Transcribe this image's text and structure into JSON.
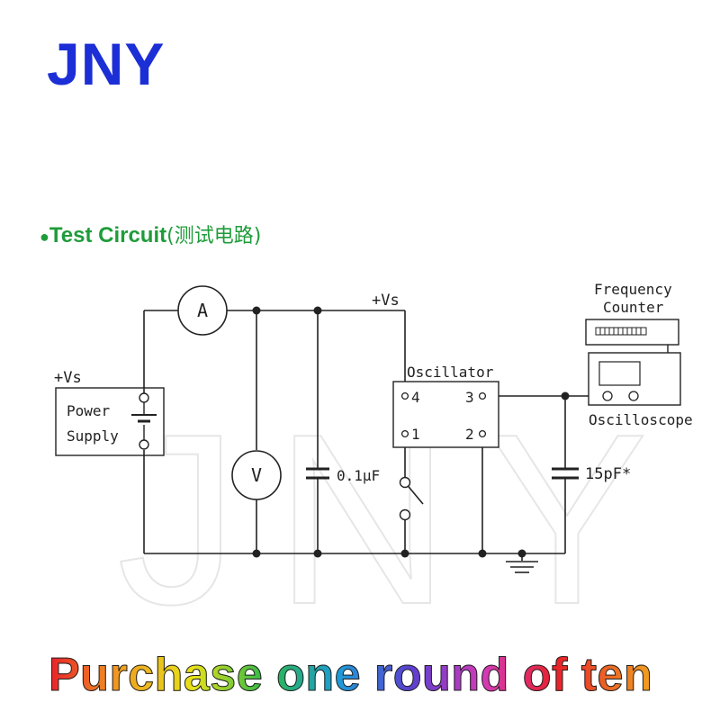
{
  "brand": {
    "logo": "JNY",
    "watermark": "JNY"
  },
  "section": {
    "bullet": "●",
    "title": "Test Circuit",
    "title_cn": "(测试电路)"
  },
  "diagram": {
    "vs_top": "+Vs",
    "vs_left": "+Vs",
    "power_line1": "Power",
    "power_line2": "Supply",
    "ammeter": "A",
    "voltmeter": "V",
    "cap1": "0.1μF",
    "cap2": "15pF*",
    "oscillator": "Oscillator",
    "pin4": "4",
    "pin3": "3",
    "pin1": "1",
    "pin2": "2",
    "freq_line1": "Frequency",
    "freq_line2": "Counter",
    "scope": "Oscilloscope"
  },
  "banner": {
    "text": "Purchase one round of ten"
  },
  "colors": {
    "logo": "#1c2fd6",
    "title": "#1f9c3a",
    "line": "#222222",
    "watermark": "#e6e6e6"
  }
}
